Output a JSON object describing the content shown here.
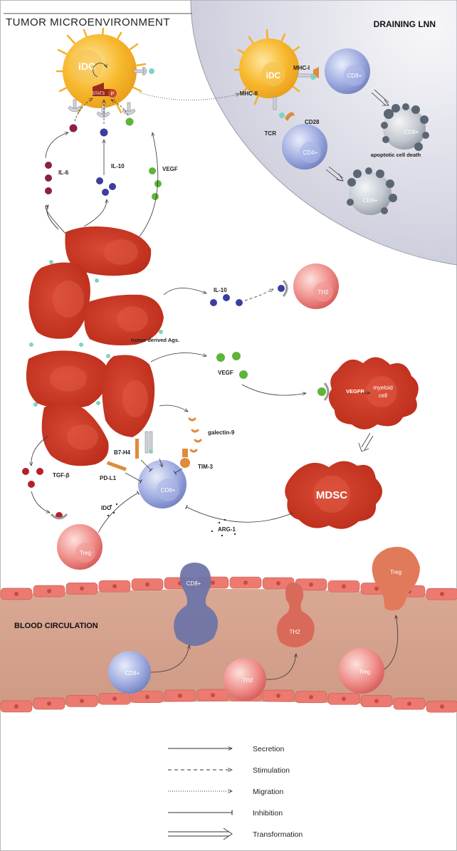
{
  "titles": {
    "tumor": "TUMOR MICROENVIRONMENT",
    "lnn": "DRAINING LNN",
    "blood": "BLOOD CIRCULATION"
  },
  "cells": {
    "idc": "iDC",
    "stat3": "STAT3",
    "p": "P",
    "cd8": "CD8+",
    "cd4": "CD4+",
    "th2": "TH2",
    "myeloid_line1": "myeloid",
    "myeloid_line2": "cell",
    "mdsc": "MDSC",
    "treg": "Treg"
  },
  "labels": {
    "mhc1": "MHC-I",
    "mhc2": "MHC-II",
    "cd28": "CD28",
    "tcr": "TCR",
    "apoptotic": "apoptotic cell death",
    "il6": "IL-6",
    "il10": "IL-10",
    "vegf": "VEGF",
    "tumor_ags": "tumor derived Ags.",
    "vegfr": "VEGFR",
    "galectin9": "galectin-9",
    "b7h4": "B7-H4",
    "tim3": "TIM-3",
    "pdl1": "PD-L1",
    "tgfb": "TGF-β",
    "ido": "IDO",
    "arg1": "ARG-1"
  },
  "legend": [
    {
      "label": "Secretion",
      "style": "solid-arrow"
    },
    {
      "label": "Stimulation",
      "style": "dashed-arrow"
    },
    {
      "label": "Migration",
      "style": "dotted-arrow"
    },
    {
      "label": "Inhibition",
      "style": "inhibition"
    },
    {
      "label": "Transformation",
      "style": "double-arrow"
    }
  ],
  "colors": {
    "tumor": "#c8321f",
    "idc": "#f5b52a",
    "cd8": "#8f9fd8",
    "treg": "#e8686a",
    "il6": "#8a1f4a",
    "il10": "#3a3f9e",
    "vegf": "#5fb43a",
    "tgfb": "#b81e2a",
    "orange": "#e08a3c",
    "vessel": "#d7a48f",
    "lnn": "#e3e4ee"
  }
}
